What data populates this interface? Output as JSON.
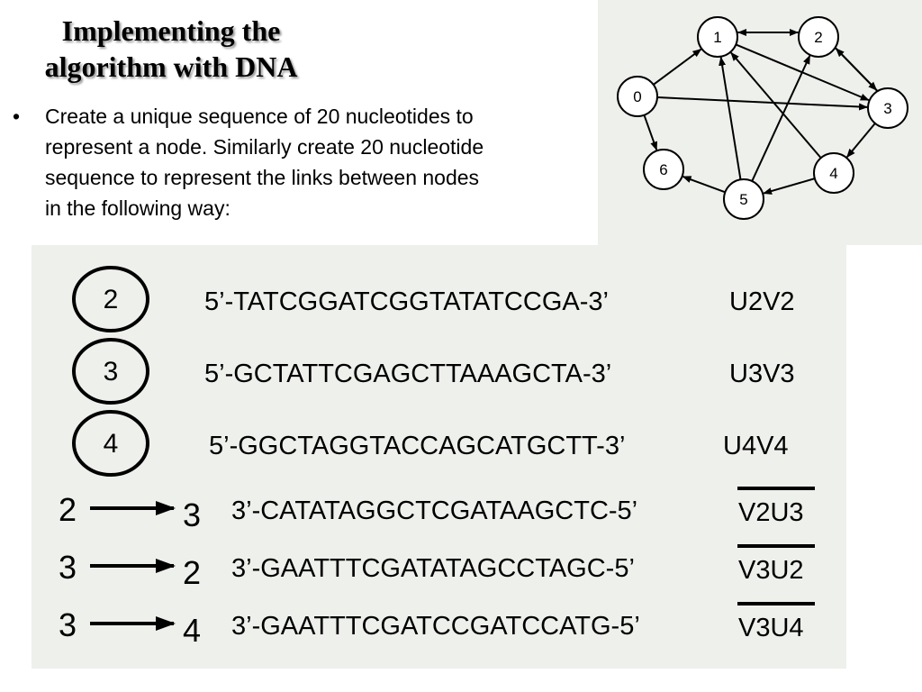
{
  "slide": {
    "title_lines": [
      "Implementing the",
      "algorithm with DNA"
    ],
    "bullet": {
      "marker": "•",
      "lines": [
        "Create a unique sequence of 20 nucleotides to",
        "represent a node. Similarly create 20 nucleotide",
        "sequence to represent the links between nodes",
        "in the following way:"
      ]
    }
  },
  "graph": {
    "nodes": [
      "0",
      "1",
      "2",
      "3",
      "4",
      "5",
      "6"
    ],
    "edges": [
      [
        "0",
        "1"
      ],
      [
        "0",
        "3"
      ],
      [
        "0",
        "6"
      ],
      [
        "1",
        "2"
      ],
      [
        "2",
        "1"
      ],
      [
        "1",
        "3"
      ],
      [
        "2",
        "3"
      ],
      [
        "3",
        "2"
      ],
      [
        "3",
        "4"
      ],
      [
        "4",
        "1"
      ],
      [
        "4",
        "5"
      ],
      [
        "5",
        "1"
      ],
      [
        "5",
        "2"
      ],
      [
        "5",
        "6"
      ]
    ]
  },
  "sequences": {
    "nodes": [
      {
        "node": "2",
        "sequence": "5’-TATCGGATCGGTATATCCGA-3’",
        "label": "U2V2"
      },
      {
        "node": "3",
        "sequence": "5’-GCTATTCGAGCTTAAAGCTA-3’",
        "label": "U3V3"
      },
      {
        "node": "4",
        "sequence": "5’-GGCTAGGTACCAGCATGCTT-3’",
        "label": "U4V4"
      }
    ],
    "links": [
      {
        "from": "2",
        "to": "3",
        "sequence": "3’-CATATAGGCTCGATAAGCTC-5’",
        "label": "V2U3"
      },
      {
        "from": "3",
        "to": "2",
        "sequence": "3’-GAATTTCGATATAGCCTAGC-5’",
        "label": "V3U2"
      },
      {
        "from": "3",
        "to": "4",
        "sequence": "3’-GAATTTCGATCCGATCCATG-5’",
        "label": "V3U4"
      }
    ]
  },
  "colors": {
    "panel_bg": "#eef0ec",
    "ink": "#000000"
  }
}
